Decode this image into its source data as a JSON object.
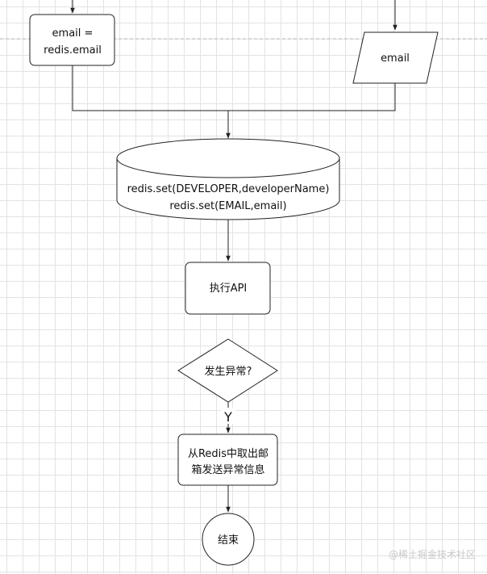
{
  "nodes": {
    "email_assign": {
      "line1": "email =",
      "line2": "redis.email"
    },
    "email_input": {
      "label": "email"
    },
    "redis_set": {
      "line1": "redis.set(DEVELOPER,developerName)",
      "line2": "redis.set(EMAIL,email)"
    },
    "exec_api": {
      "label": "执行API"
    },
    "exception_decision": {
      "label": "发生异常?"
    },
    "send_email": {
      "line1": "从Redis中取出邮",
      "line2": "箱发送异常信息"
    },
    "end": {
      "label": "结束"
    }
  },
  "edges": {
    "decision_yes_label": "Y"
  },
  "watermark": "@稀土掘金技术社区"
}
